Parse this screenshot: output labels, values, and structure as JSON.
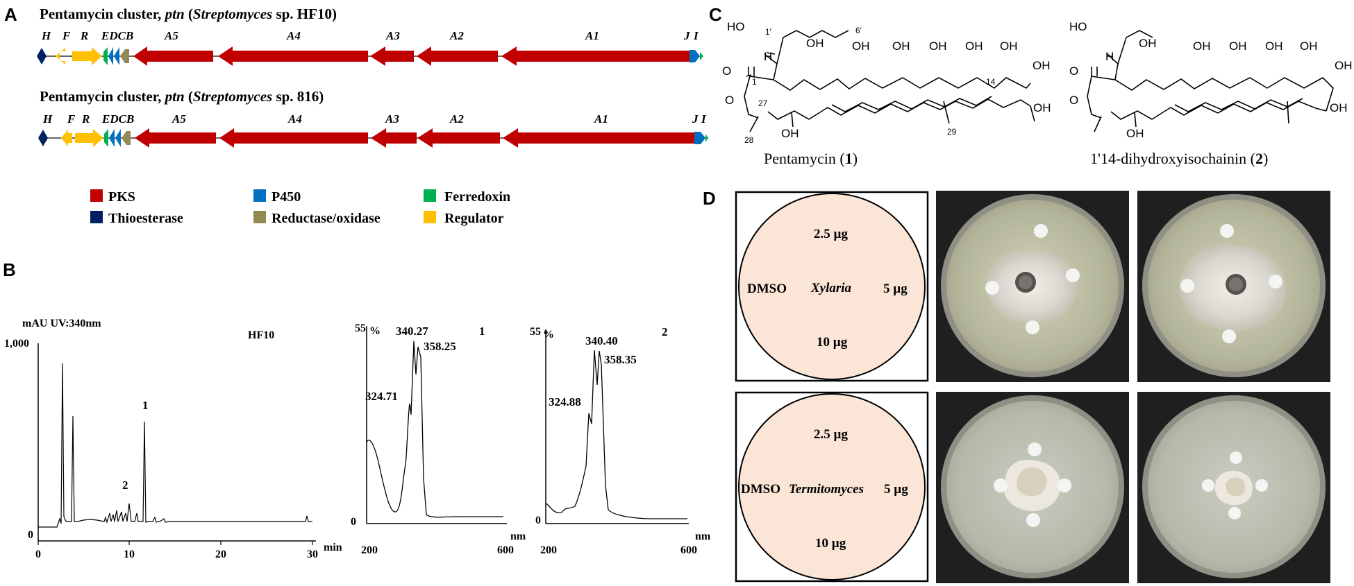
{
  "panels": {
    "a": "A",
    "b": "B",
    "c": "C",
    "d": "D"
  },
  "clusters": [
    {
      "title_prefix": "Pentamycin cluster, ",
      "title_gene": "ptn",
      "title_open": " (",
      "title_species": "Streptomyces",
      "title_strain": " sp. HF10)",
      "genes": [
        "H",
        "F",
        "R",
        "EDCB",
        "A5",
        "A4",
        "A3",
        "A2",
        "A1",
        "J",
        "I"
      ]
    },
    {
      "title_prefix": "Pentamycin cluster, ",
      "title_gene": "ptn",
      "title_open": " (",
      "title_species": "Streptomyces",
      "title_strain": " sp. 816)",
      "genes": [
        "H",
        "F",
        "R",
        "EDCB",
        "A5",
        "A4",
        "A3",
        "A2",
        "A1",
        "J",
        "I"
      ]
    }
  ],
  "legend": [
    {
      "label": "PKS",
      "color": "#c00000"
    },
    {
      "label": "P450",
      "color": "#0070c0"
    },
    {
      "label": "Ferredoxin",
      "color": "#00b050"
    },
    {
      "label": "Thioesterase",
      "color": "#002060"
    },
    {
      "label": "Reductase/oxidase",
      "color": "#938953"
    },
    {
      "label": "Regulator",
      "color": "#ffc000"
    }
  ],
  "chromatogram": {
    "ylabel": "mAU UV:340nm",
    "sample": "HF10",
    "y_ticks": [
      "1,000",
      "0"
    ],
    "x_ticks": [
      "0",
      "10",
      "20",
      "30"
    ],
    "x_unit": "min",
    "peak_labels": [
      "1",
      "2"
    ]
  },
  "uv_spectra": [
    {
      "label": "1",
      "y_top": "55",
      "y_unit": "%",
      "y_zero": "0",
      "x_ticks": [
        "200",
        "600"
      ],
      "x_unit": "nm",
      "peaks": [
        "340.27",
        "358.25",
        "324.71"
      ]
    },
    {
      "label": "2",
      "y_top": "55",
      "y_unit": "%",
      "y_zero": "0",
      "x_ticks": [
        "200",
        "600"
      ],
      "x_unit": "nm",
      "peaks": [
        "340.40",
        "358.35",
        "324.88"
      ]
    }
  ],
  "compounds": [
    {
      "name": "Pentamycin (",
      "num": "1",
      "close": ")"
    },
    {
      "name": "1'14-dihydroxyisochainin (",
      "num": "2",
      "close": ")"
    }
  ],
  "chem_labels": {
    "ho": "HO",
    "oh": "OH",
    "h": "H",
    "o": "O",
    "n1p": "1'",
    "n6p": "6'",
    "n1": "1",
    "n14": "14",
    "n27": "27",
    "n28": "28",
    "n29": "29"
  },
  "dishes": [
    {
      "top": "2.5 µg",
      "left": "DMSO",
      "center": "Xylaria",
      "right": "5 µg",
      "bottom": "10 µg"
    },
    {
      "top": "2.5 µg",
      "left": "DMSO",
      "center": "Termitomyces",
      "right": "5 µg",
      "bottom": "10 µg"
    }
  ]
}
